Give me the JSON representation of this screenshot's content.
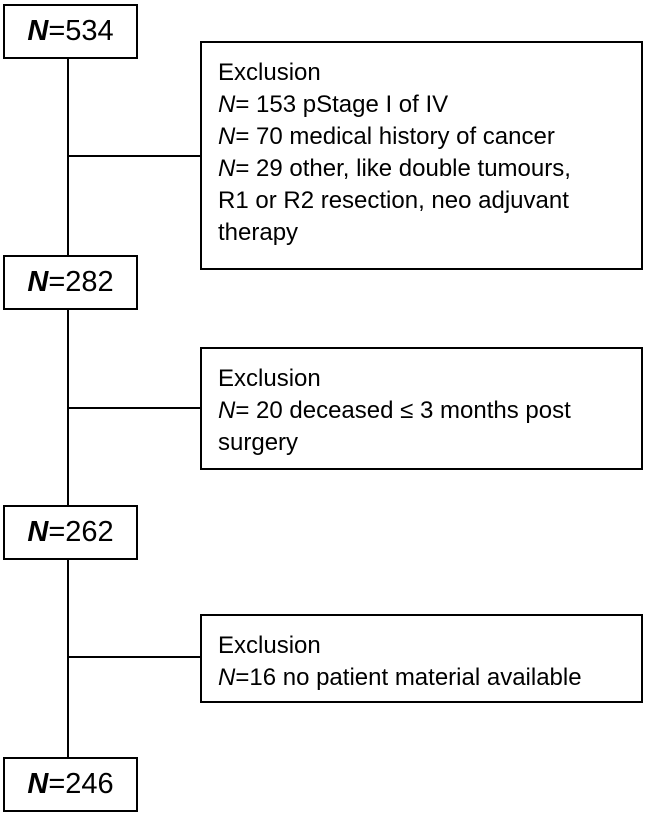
{
  "nodes": [
    {
      "n_prefix": "N",
      "value": "=534"
    },
    {
      "n_prefix": "N",
      "value": "=282"
    },
    {
      "n_prefix": "N",
      "value": "=262"
    },
    {
      "n_prefix": "N",
      "value": "=246"
    }
  ],
  "exclusions": [
    {
      "title": "Exclusion",
      "lines": [
        {
          "n": "N",
          "text": "= 153 pStage I of IV"
        },
        {
          "n": "N",
          "text": "= 70 medical history of cancer"
        },
        {
          "n": "N",
          "text": "= 29 other, like double tumours,"
        },
        {
          "n": "",
          "text": "R1 or R2 resection, neo adjuvant"
        },
        {
          "n": "",
          "text": "therapy"
        }
      ]
    },
    {
      "title": "Exclusion",
      "lines": [
        {
          "n": "N",
          "text": "= 20 deceased ≤ 3 months post"
        },
        {
          "n": "",
          "text": "surgery"
        }
      ]
    },
    {
      "title": "Exclusion",
      "lines": [
        {
          "n": "N",
          "text": "=16 no patient material available"
        }
      ]
    }
  ]
}
